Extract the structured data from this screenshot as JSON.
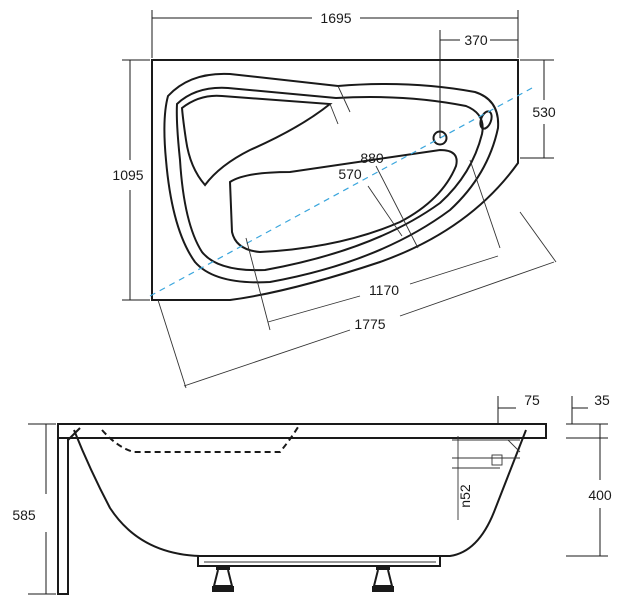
{
  "top_view": {
    "dims": {
      "overall_width": "1695",
      "overall_depth": "1095",
      "drain_offset": "370",
      "end_depth": "530",
      "inner_width": "880",
      "inner_depth": "570",
      "inner_length": "1170",
      "outer_length": "1775"
    }
  },
  "side_view": {
    "dims": {
      "total_height": "585",
      "rim_depth": "75",
      "rim_lip": "35",
      "inner_height": "400",
      "overflow_offset": "n52"
    }
  }
}
